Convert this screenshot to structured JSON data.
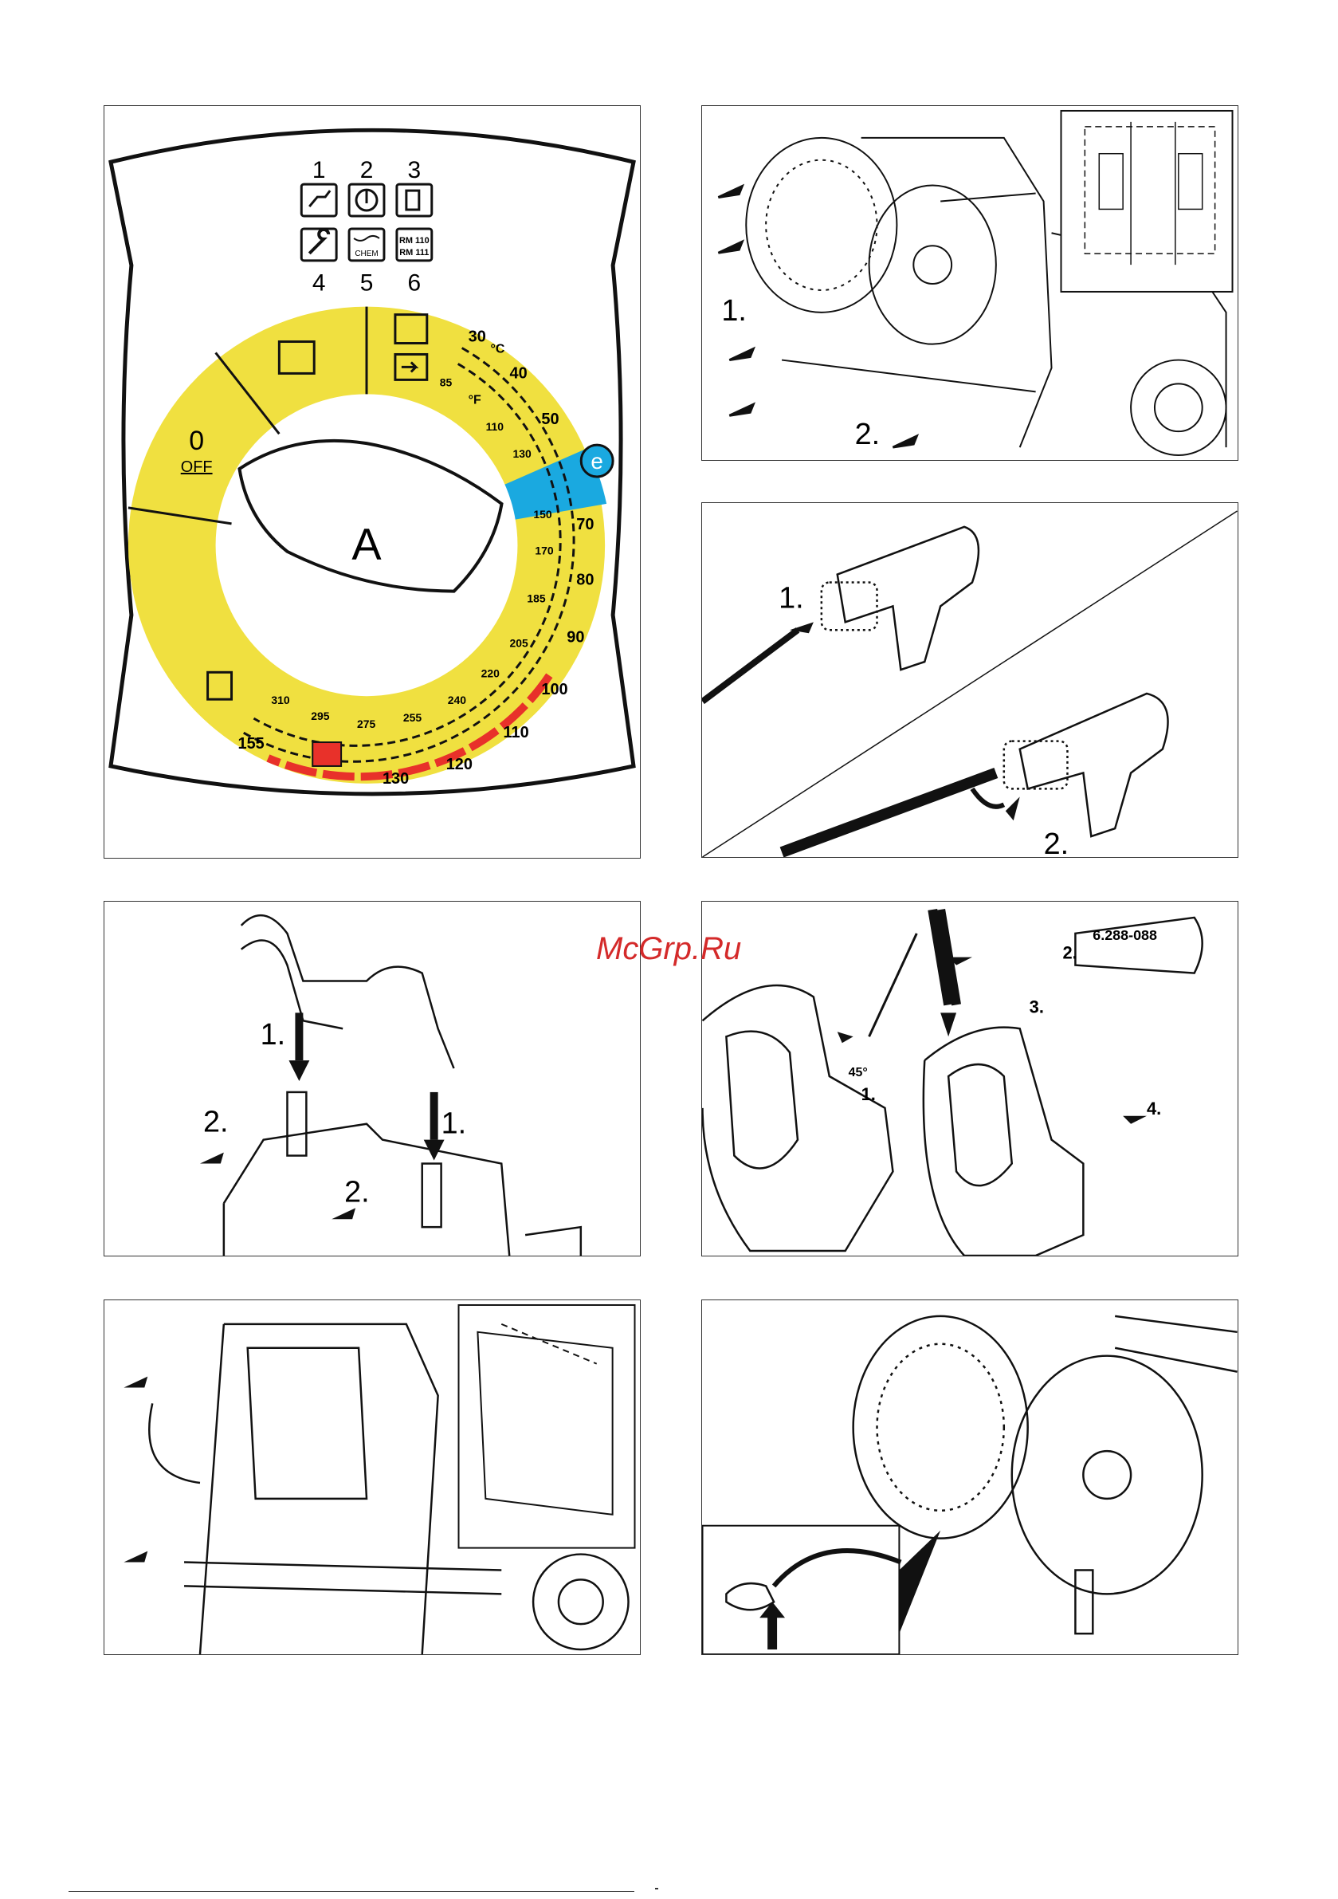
{
  "watermark": "McGrp.Ru",
  "colors": {
    "accent": "#f0e040",
    "eco_blue": "#1aa9e0",
    "heat_red": "#e8312a",
    "watermark": "#d42a2a"
  },
  "dial_panel": {
    "icon_numbers": [
      "1",
      "2",
      "3",
      "4",
      "5",
      "6"
    ],
    "icons": [
      "plug-icon",
      "power-icon",
      "fuel-icon",
      "wrench-icon",
      "chem-icon",
      "rm-icon"
    ],
    "chem_label": "CHEM",
    "rm_label_1": "RM 110",
    "rm_label_2": "RM 111",
    "off_zero": "0",
    "off_label": "OFF",
    "knob_label": "A",
    "eco_label": "e",
    "unit_c": "°C",
    "unit_f": "°F",
    "celsius_scale": [
      "30",
      "40",
      "50",
      "70",
      "80",
      "90",
      "100",
      "110",
      "120",
      "130",
      "155"
    ],
    "fahrenheit_scale": [
      "85",
      "110",
      "130",
      "150",
      "170",
      "185",
      "205",
      "220",
      "240",
      "255",
      "275",
      "295",
      "310"
    ]
  },
  "panel_reel_mount": {
    "step1": "1.",
    "step2": "2."
  },
  "panel_gun_lance": {
    "step1": "1.",
    "step2": "2."
  },
  "panel_handle": {
    "step1a": "1.",
    "step1b": "1.",
    "step2a": "2.",
    "step2b": "2."
  },
  "panel_gun_repair": {
    "part_number": "6.288-088",
    "step1": "1.",
    "step2": "2.",
    "step3": "3.",
    "step4": "4.",
    "angle": "45°"
  },
  "panel_basket": {},
  "panel_hose_reel": {}
}
